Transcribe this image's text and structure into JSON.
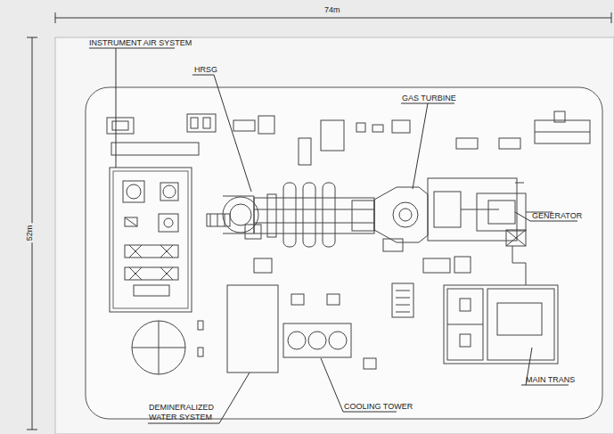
{
  "diagram": {
    "labels": [
      "74m",
      "52m",
      "INSTRUMENT AIR SYSTEM",
      "HRSG",
      "GAS TURBINE",
      "GENERATOR",
      "DEMINERALIZED WATER SYSTEM",
      "COOLING TOWER",
      "MAIN TRANS"
    ]
  }
}
